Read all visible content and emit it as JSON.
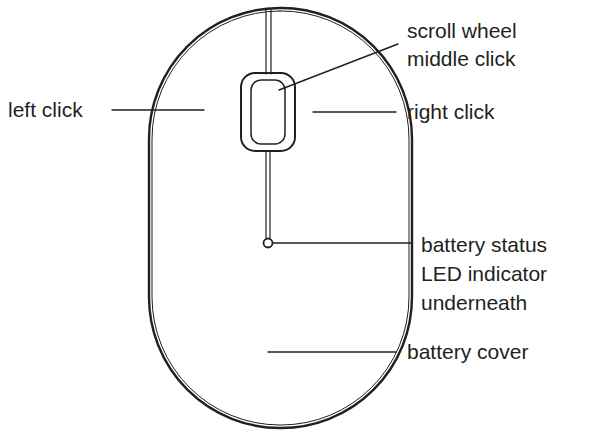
{
  "diagram": {
    "labels": [
      "left click",
      "scroll wheel middle click",
      "right click",
      "battery status LED indicator underneath",
      "battery cover"
    ]
  }
}
